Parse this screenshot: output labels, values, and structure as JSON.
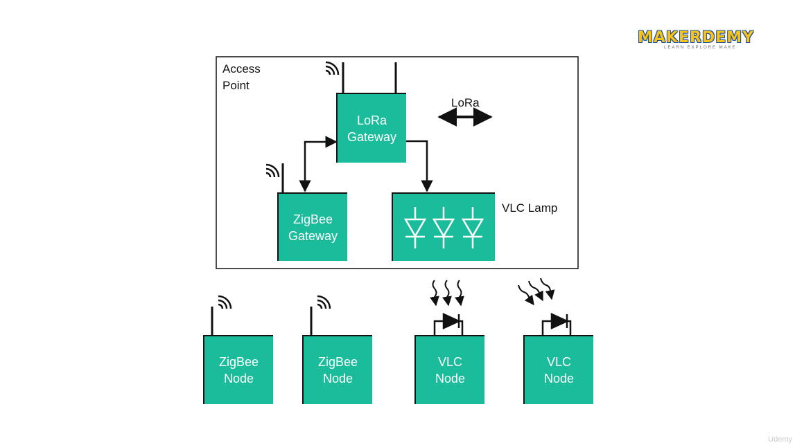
{
  "logo": {
    "main": "MAKERDEMY",
    "tagline": "LEARN EXPLORE MAKE"
  },
  "watermark": "Udemy",
  "colors": {
    "node_fill": "#1abc9c",
    "line": "#111111"
  },
  "access_point": {
    "label_line1": "Access",
    "label_line2": "Point"
  },
  "lora_gateway": {
    "line1": "LoRa",
    "line2": "Gateway"
  },
  "lora_label": "LoRa",
  "zigbee_gateway": {
    "line1": "ZigBee",
    "line2": "Gateway"
  },
  "vlc_lamp_label": "VLC Lamp",
  "nodes": [
    {
      "line1": "ZigBee",
      "line2": "Node",
      "icon": "antenna-icon"
    },
    {
      "line1": "ZigBee",
      "line2": "Node",
      "icon": "antenna-icon"
    },
    {
      "line1": "VLC",
      "line2": "Node",
      "icon": "photodiode-icon"
    },
    {
      "line1": "VLC",
      "line2": "Node",
      "icon": "photodiode-icon"
    }
  ]
}
